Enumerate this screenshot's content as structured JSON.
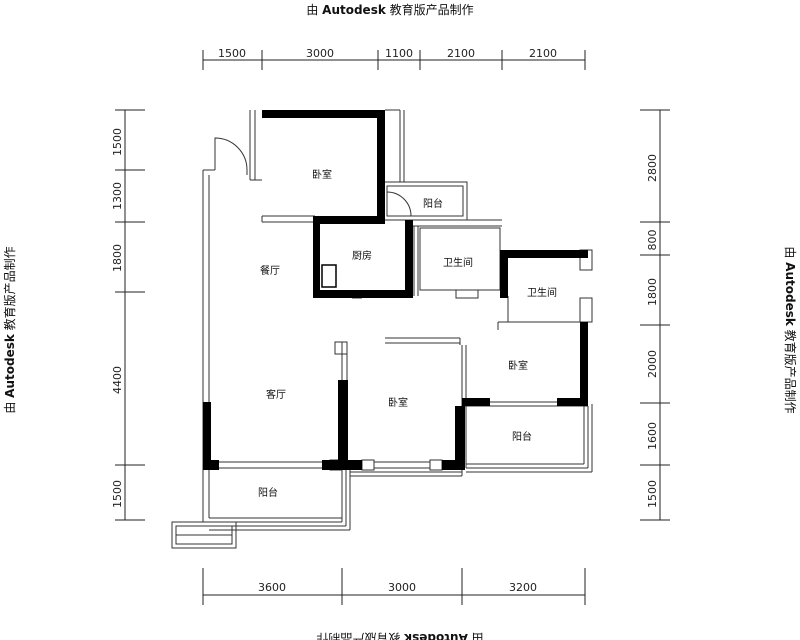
{
  "watermark": {
    "prefix": "由",
    "brand": "Autodesk",
    "suffix": "教育版产品制作"
  },
  "dimensions": {
    "top": [
      "1500",
      "3000",
      "1100",
      "2100",
      "2100"
    ],
    "bottom": [
      "3600",
      "3000",
      "3200"
    ],
    "left": [
      "1500",
      "1300",
      "1800",
      "4400",
      "1500"
    ],
    "right": [
      "2800",
      "800",
      "1800",
      "2000",
      "1600",
      "1500"
    ]
  },
  "rooms": {
    "bedroom_top": "卧室",
    "balcony_top": "阳台",
    "kitchen": "厨房",
    "bathroom_1": "卫生间",
    "bathroom_2": "卫生间",
    "dining": "餐厅",
    "living": "客厅",
    "bedroom_middle": "卧室",
    "bedroom_right": "卧室",
    "balcony_right": "阳台",
    "balcony_bottom": "阳台"
  }
}
